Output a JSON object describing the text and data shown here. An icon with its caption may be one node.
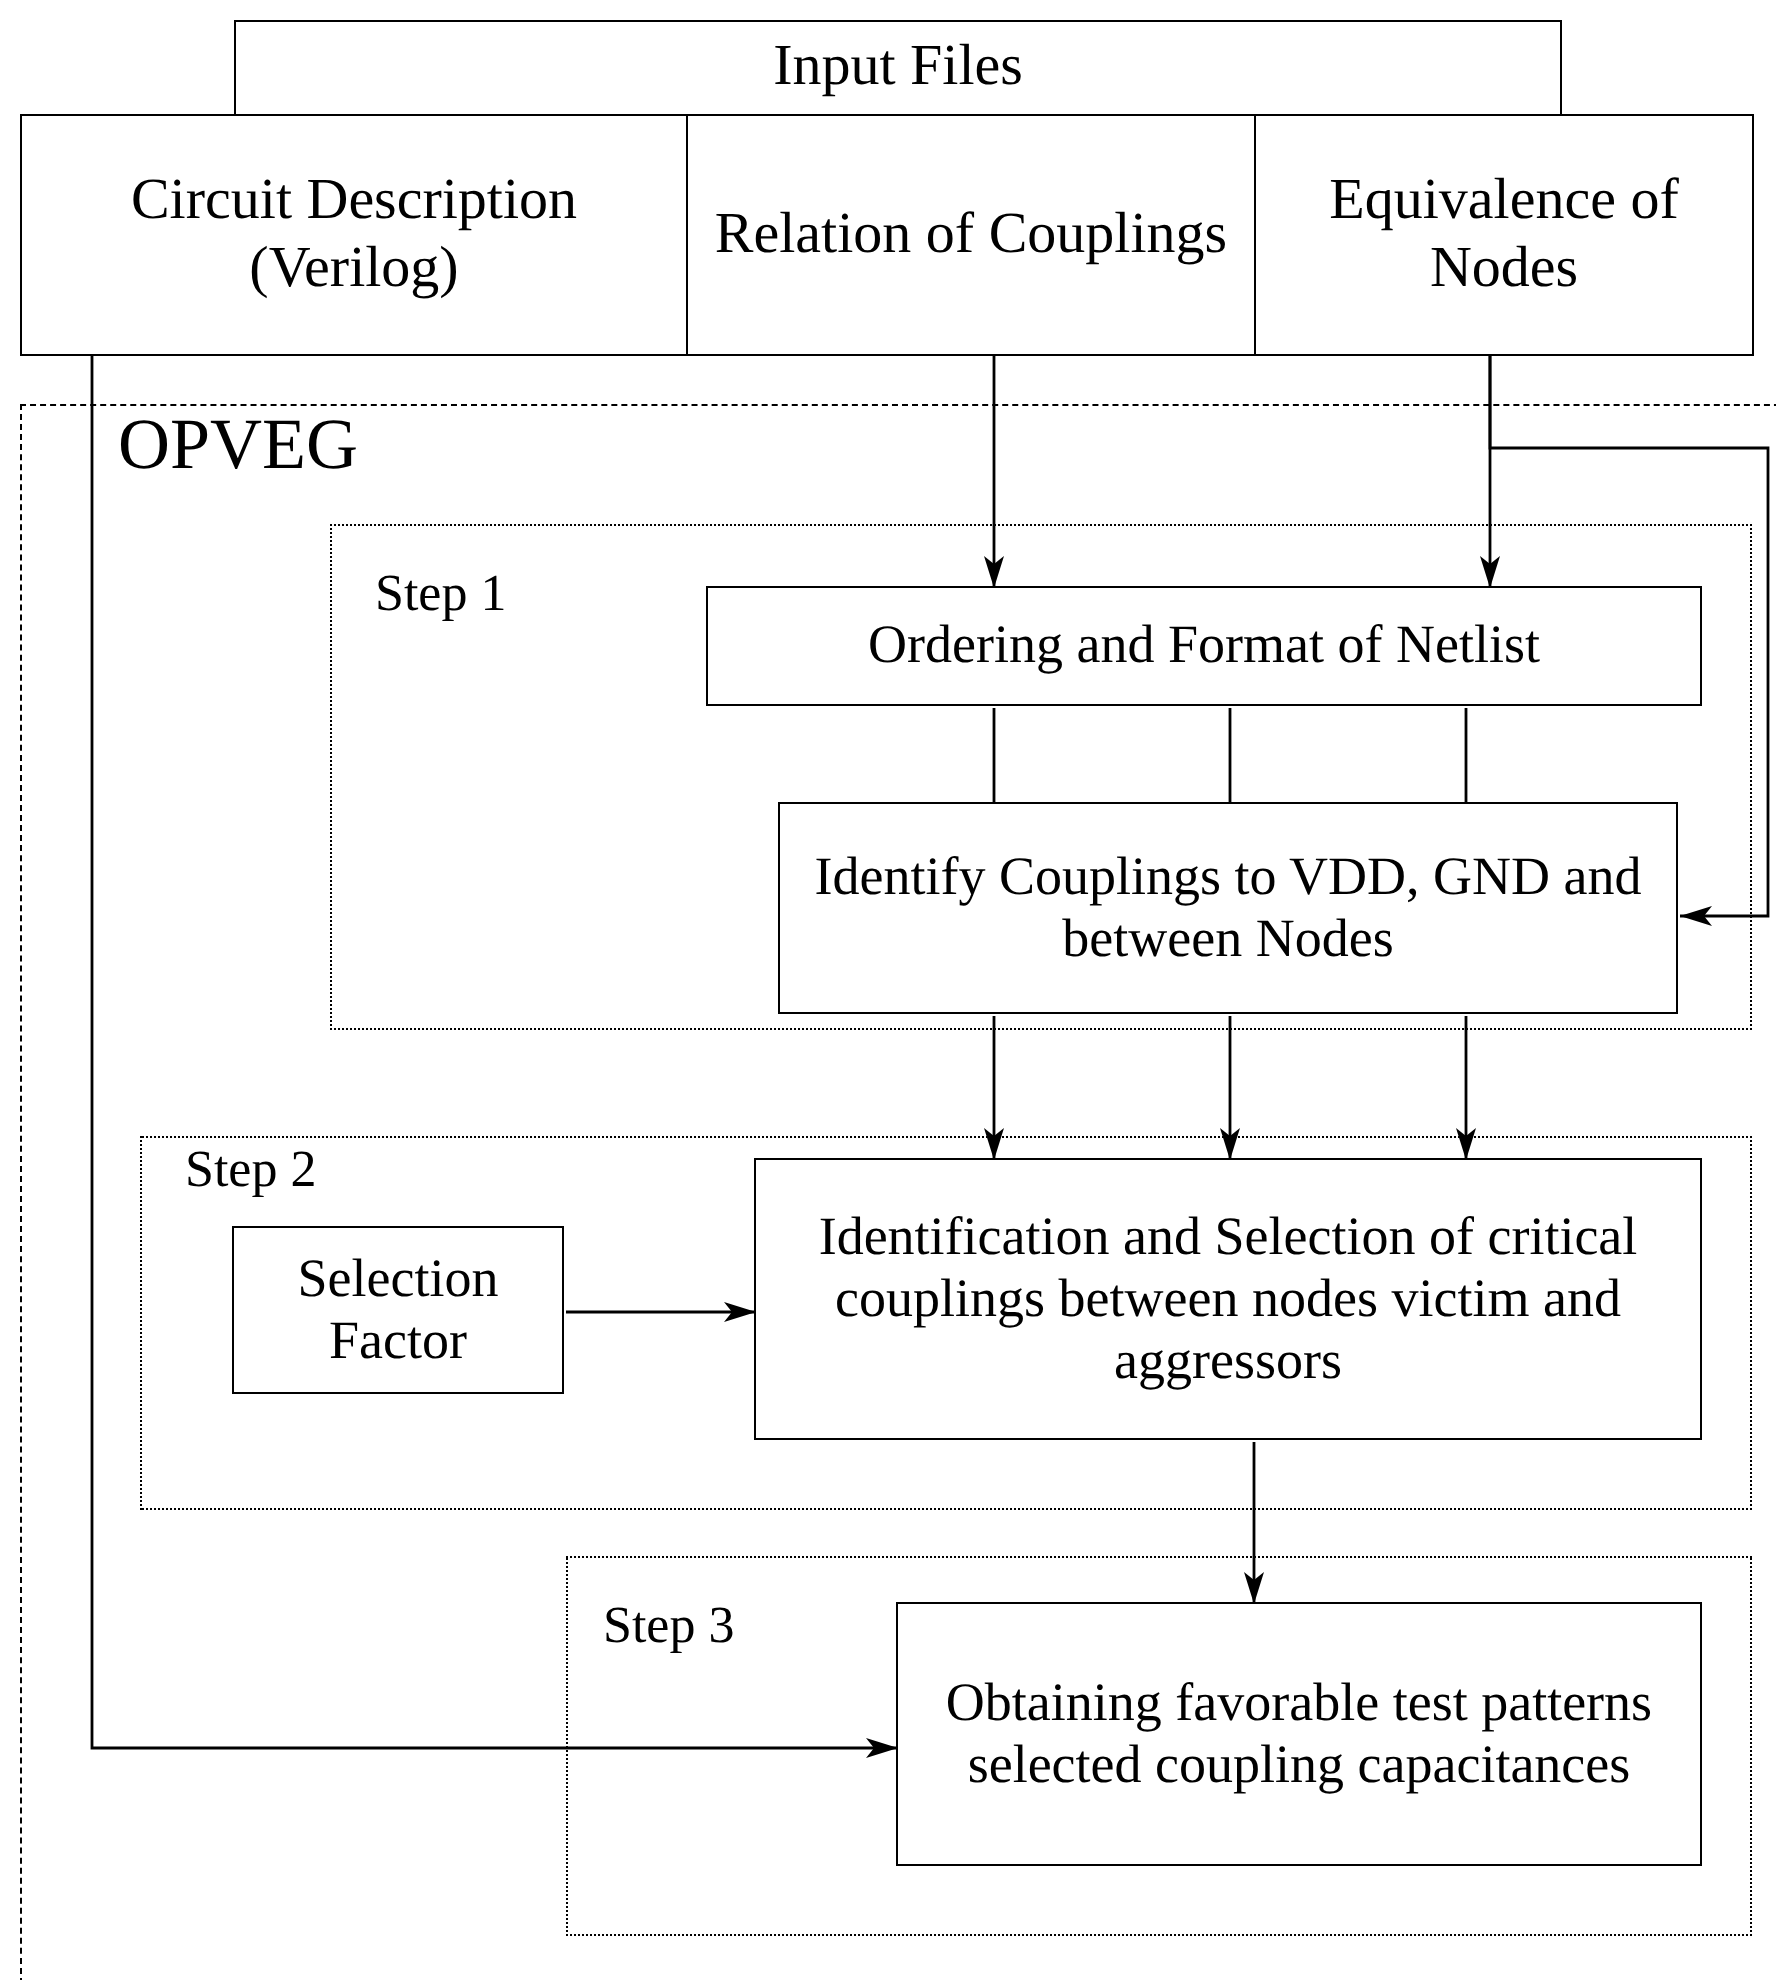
{
  "diagram": {
    "nodes": [
      {
        "text": [
          "Input Files"
        ]
      },
      {
        "text": [
          "Circuit Description (Verilog)"
        ]
      },
      {
        "text": [
          "Relation of Couplings"
        ]
      },
      {
        "text": [
          "Equivalence of Nodes"
        ]
      },
      {
        "text": [
          "OPVEG"
        ]
      },
      {
        "text": [
          "Step 1"
        ],
        "in": 4
      },
      {
        "text": [
          "Ordering and Format of Netlist"
        ],
        "in": 5
      },
      {
        "text": [
          "Identify Couplings to VDD, GND and between Nodes"
        ],
        "in": 5
      },
      {
        "text": [
          "Step 2"
        ],
        "in": 4
      },
      {
        "text": [
          "Selection Factor"
        ],
        "in": 8
      },
      {
        "text": [
          "Identification and Selection of critical couplings between nodes victim and aggressors"
        ],
        "in": 8
      },
      {
        "text": [
          "Step 3"
        ],
        "in": 4
      },
      {
        "text": [
          "Obtaining favorable test patterns selected coupling capacitances"
        ],
        "in": 11
      }
    ],
    "edges": [
      {
        "from": 2,
        "to": 6,
        "arrow": "to"
      },
      {
        "from": 3,
        "to": 6,
        "arrow": "to"
      },
      {
        "from": 3,
        "to": 7,
        "arrow": "to"
      },
      {
        "from": 6,
        "to": 7,
        "arrow": "none"
      },
      {
        "from": 6,
        "to": 7,
        "arrow": "none"
      },
      {
        "from": 6,
        "to": 7,
        "arrow": "none"
      },
      {
        "from": 7,
        "to": 10,
        "arrow": "to"
      },
      {
        "from": 7,
        "to": 10,
        "arrow": "to"
      },
      {
        "from": 7,
        "to": 10,
        "arrow": "to"
      },
      {
        "from": 9,
        "to": 10,
        "arrow": "to"
      },
      {
        "from": 10,
        "to": 12,
        "arrow": "to"
      },
      {
        "from": 1,
        "to": 12,
        "arrow": "to"
      }
    ]
  }
}
